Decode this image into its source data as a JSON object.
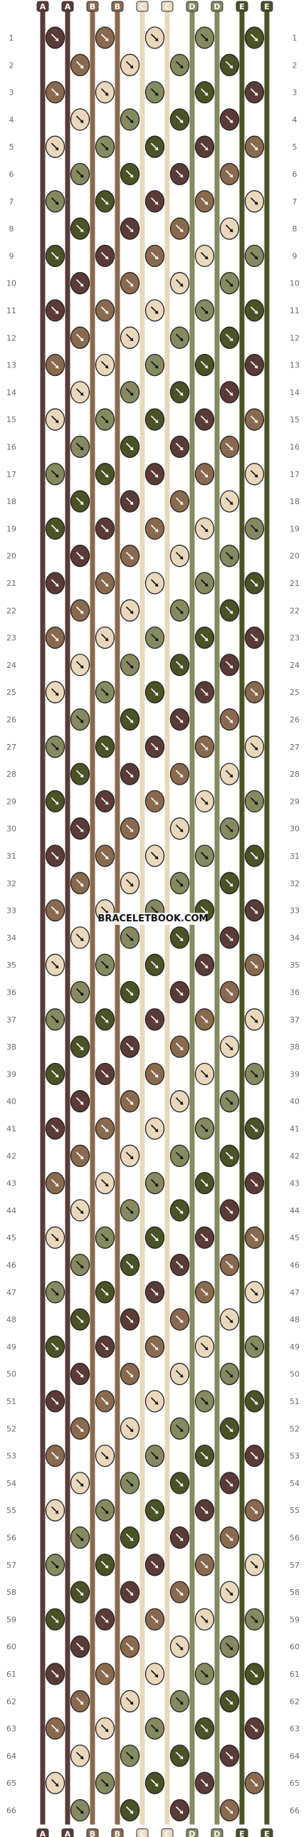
{
  "site": {
    "watermark": "BRACELETBOOK.COM"
  },
  "pattern": {
    "rows": 66,
    "strings_per_side": 10,
    "top_labels": [
      "A",
      "A",
      "B",
      "B",
      "C",
      "C",
      "D",
      "D",
      "E",
      "E"
    ],
    "bottom_labels": [
      "A",
      "A",
      "B",
      "B",
      "C",
      "C",
      "D",
      "D",
      "E",
      "E"
    ],
    "colors": {
      "A": "#5a3b37",
      "B": "#8a6a4e",
      "C": "#ead8bd",
      "D": "#868a60",
      "E": "#4a5226"
    },
    "icon": "arrow-icon"
  }
}
